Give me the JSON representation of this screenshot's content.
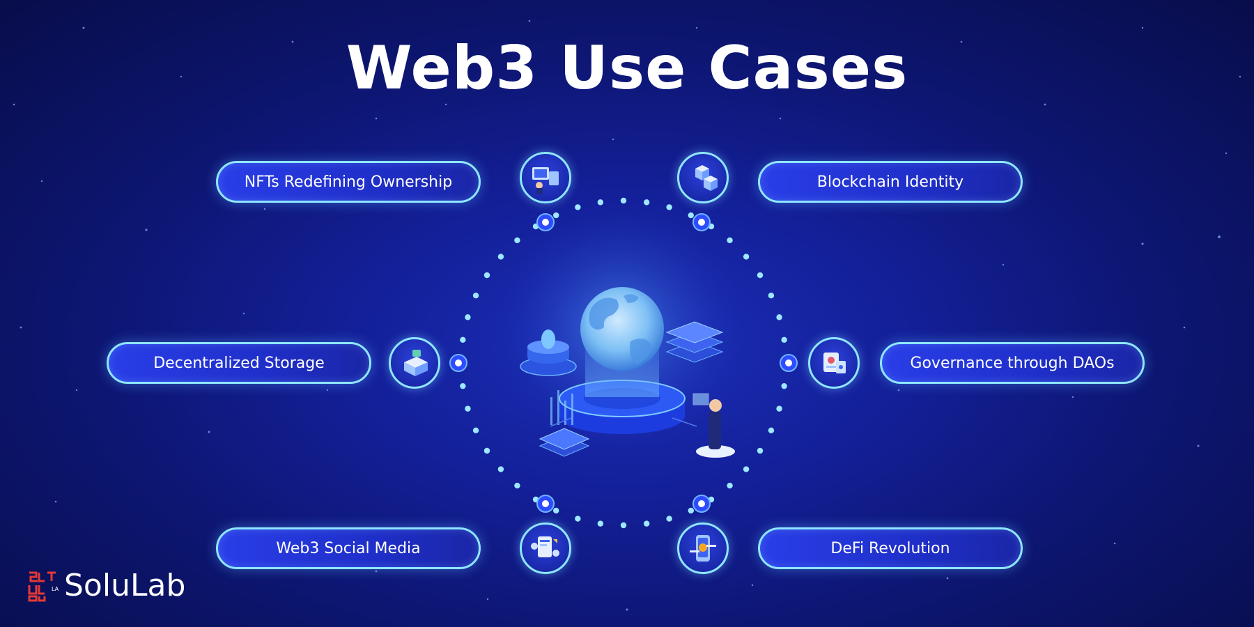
{
  "title": "Web3 Use Cases",
  "use_cases": [
    {
      "label": "NFTs Redefining Ownership",
      "icon": "nft-marketplace-icon"
    },
    {
      "label": "Blockchain Identity",
      "icon": "identity-cubes-icon"
    },
    {
      "label": "Decentralized Storage",
      "icon": "storage-server-icon"
    },
    {
      "label": "Governance through DAOs",
      "icon": "dao-governance-icon"
    },
    {
      "label": "Web3 Social Media",
      "icon": "social-media-icon"
    },
    {
      "label": "DeFi Revolution",
      "icon": "defi-phone-icon"
    }
  ],
  "brand": {
    "name": "SoluLab",
    "logo_sub": "LAB",
    "logo_color": "#e53935"
  },
  "colors": {
    "accent": "#8ee6ff",
    "pill": "#2a3ee8",
    "background": "#0d1672"
  }
}
